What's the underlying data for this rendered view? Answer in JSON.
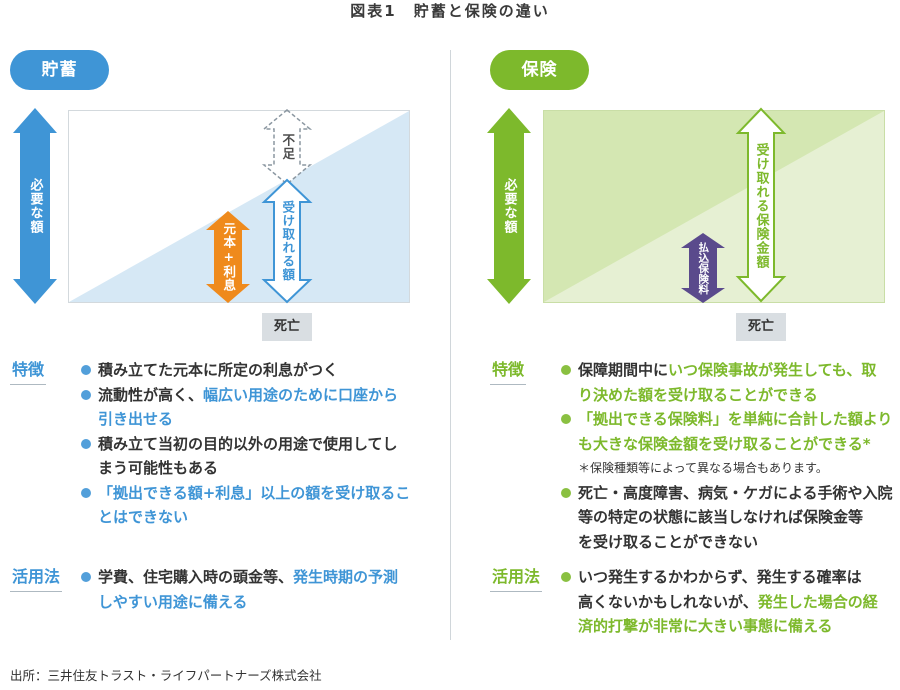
{
  "title": "図表1　貯蓄と保険の違い",
  "colors": {
    "savings_accent": "#3f95d6",
    "insurance_accent": "#7db92c",
    "principal_interest_arrow": "#ef8a1c",
    "premiums_paid_arrow": "#5a4a8c"
  },
  "savings": {
    "label": "貯蓄",
    "diagram": {
      "required_amount": "必要な額",
      "shortfall": "不足",
      "principal_interest": "元本+利息",
      "receivable_amount": "受け取れる額",
      "death": "死亡"
    },
    "features": {
      "heading": "特徴",
      "items": [
        {
          "lines": [
            [
              {
                "plain": "積み立てた元本に所定の利息がつく"
              }
            ]
          ]
        },
        {
          "lines": [
            [
              {
                "plain": "流動性が高く、"
              },
              {
                "emphasis": "幅広い用途のために口座から"
              }
            ],
            [
              {
                "emphasis": "引き出せる"
              }
            ]
          ]
        },
        {
          "lines": [
            [
              {
                "plain": "積み立て当初の目的以外の用途で使用してし"
              }
            ],
            [
              {
                "plain": "まう可能性もある"
              }
            ]
          ]
        },
        {
          "lines": [
            [
              {
                "emphasis": "「拠出できる額+利息」以上の額を受け取るこ"
              }
            ],
            [
              {
                "emphasis": "とはできない"
              }
            ]
          ]
        }
      ]
    },
    "usage": {
      "heading": "活用法",
      "items": [
        {
          "lines": [
            [
              {
                "plain": "学費、住宅購入時の頭金等、"
              },
              {
                "emphasis": "発生時期の予測"
              }
            ],
            [
              {
                "emphasis": "しやすい用途に備える"
              }
            ]
          ]
        }
      ]
    }
  },
  "insurance": {
    "label": "保険",
    "diagram": {
      "required_amount": "必要な額",
      "premiums_paid": "払込保険料",
      "receivable_benefit": "受け取れる保険金額",
      "death": "死亡"
    },
    "features": {
      "heading": "特徴",
      "items": [
        {
          "lines": [
            [
              {
                "plain": "保障期間中に"
              },
              {
                "emphasis": "いつ保険事故が発生しても、取"
              }
            ],
            [
              {
                "emphasis": "り決めた額を受け取ることができる"
              }
            ]
          ]
        },
        {
          "lines": [
            [
              {
                "emphasis": "「拠出できる保険料」を単純に合計した額より"
              }
            ],
            [
              {
                "emphasis": "も大きな保険金額を受け取ることができる*"
              }
            ]
          ],
          "note": "＊保険種類等によって異なる場合もあります。"
        },
        {
          "lines": [
            [
              {
                "plain": "死亡・高度障害、病気・ケガによる手術や入院"
              }
            ],
            [
              {
                "plain": "等の特定の状態に該当しなければ保険金等"
              }
            ],
            [
              {
                "plain": "を受け取ることができない"
              }
            ]
          ]
        }
      ]
    },
    "usage": {
      "heading": "活用法",
      "items": [
        {
          "lines": [
            [
              {
                "plain": "いつ発生するかわからず、発生する確率は"
              }
            ],
            [
              {
                "plain": "高くないかもしれないが、"
              },
              {
                "emphasis": "発生した場合の経"
              }
            ],
            [
              {
                "emphasis": "済的打撃が非常に大きい事態に備える"
              }
            ]
          ]
        }
      ]
    }
  },
  "source": "出所：三井住友トラスト・ライフパートナーズ株式会社"
}
